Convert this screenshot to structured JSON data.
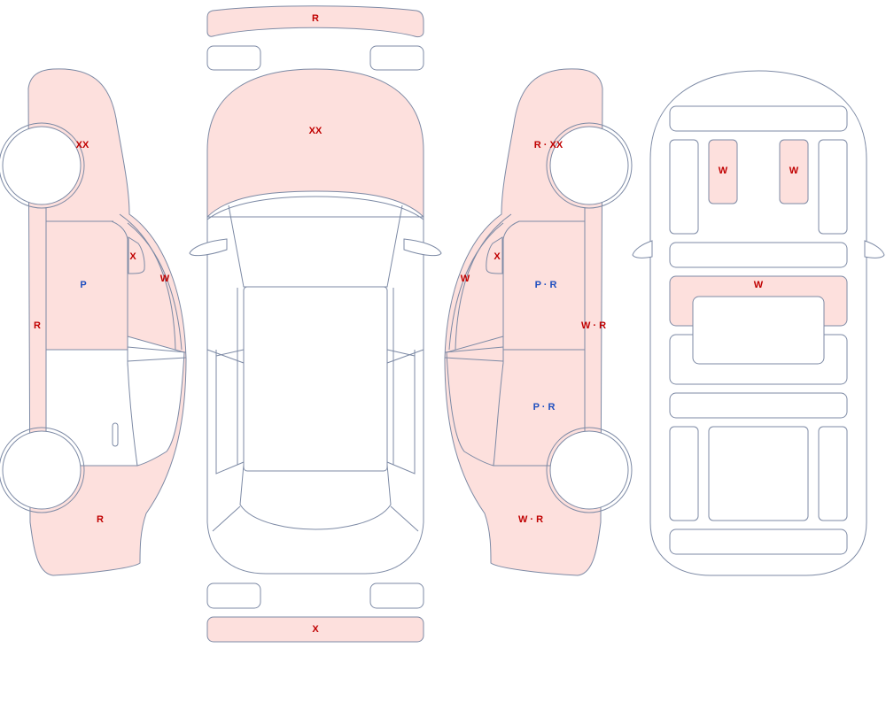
{
  "colors": {
    "damaged_fill": "#fde0dd",
    "outline": "#7d8aa5",
    "code_red": "#c00000",
    "code_blue": "#1f4fbf"
  },
  "labels": {
    "top_bumper": "R",
    "hood": "XX",
    "rear_bumper": "X",
    "left_front_fender": "XX",
    "left_mirror": "X",
    "left_front_door": "P",
    "left_front_glass": "W",
    "left_rocker": "R",
    "left_rear_quarter": "R",
    "right_front_fender": "R · XX",
    "right_mirror": "X",
    "right_front_glass": "W",
    "right_front_door": "P · R",
    "right_rocker": "W · R",
    "right_rear_door": "P · R",
    "right_rear_quarter": "W · R",
    "interior_left_seat": "W",
    "interior_right_seat": "W",
    "interior_console_bar": "W"
  }
}
